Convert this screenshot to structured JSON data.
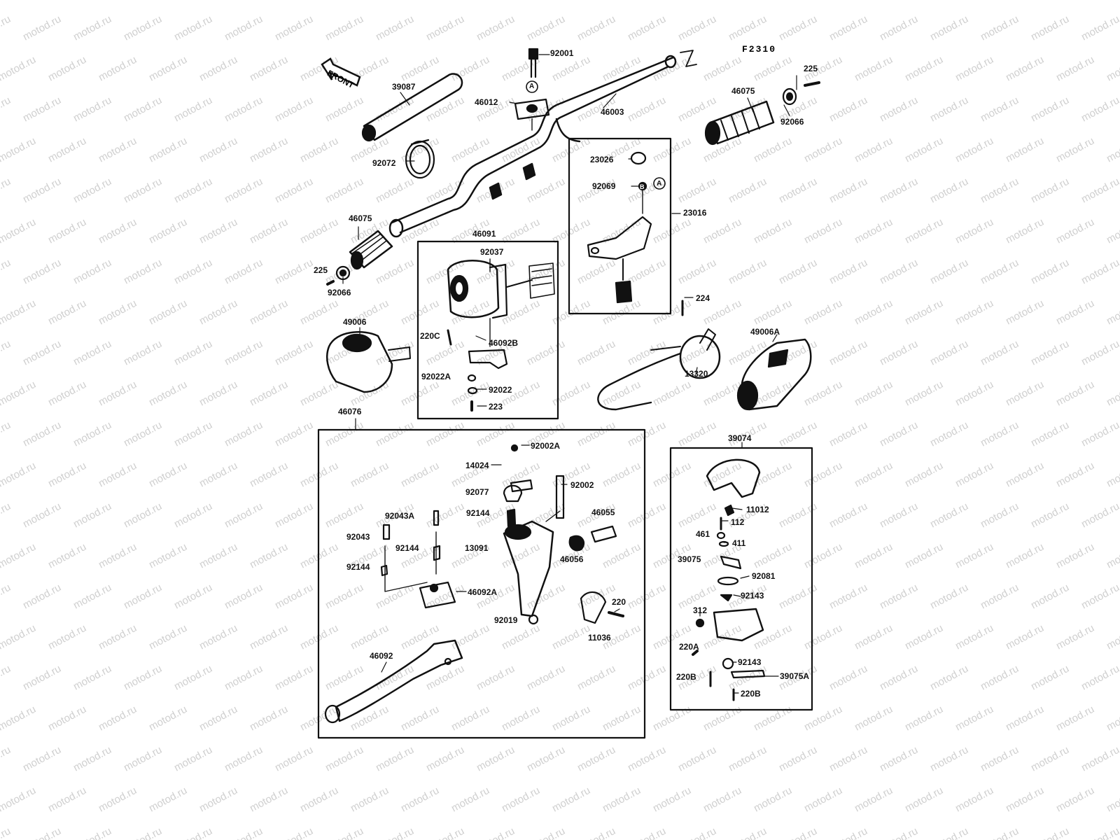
{
  "diagram": {
    "code": "F2310",
    "front_label": "FRONT",
    "watermark_text": "motod.ru",
    "ink_color": "#111111",
    "watermark_color": "#cfcfcf",
    "labels": [
      {
        "id": "l92001",
        "text": "92001"
      },
      {
        "id": "l39087",
        "text": "39087"
      },
      {
        "id": "l46012",
        "text": "46012"
      },
      {
        "id": "l46003",
        "text": "46003"
      },
      {
        "id": "l225a",
        "text": "225"
      },
      {
        "id": "l46075a",
        "text": "46075"
      },
      {
        "id": "l92066a",
        "text": "92066"
      },
      {
        "id": "l23026",
        "text": "23026"
      },
      {
        "id": "l92069",
        "text": "92069"
      },
      {
        "id": "l23016",
        "text": "23016"
      },
      {
        "id": "l92072",
        "text": "92072"
      },
      {
        "id": "l46075b",
        "text": "46075"
      },
      {
        "id": "l46091",
        "text": "46091"
      },
      {
        "id": "l92037",
        "text": "92037"
      },
      {
        "id": "l225b",
        "text": "225"
      },
      {
        "id": "l92066b",
        "text": "92066"
      },
      {
        "id": "l224",
        "text": "224"
      },
      {
        "id": "l49006",
        "text": "49006"
      },
      {
        "id": "l220C",
        "text": "220C"
      },
      {
        "id": "l46092B",
        "text": "46092B"
      },
      {
        "id": "l49006A",
        "text": "49006A"
      },
      {
        "id": "l92022A",
        "text": "92022A"
      },
      {
        "id": "l92022",
        "text": "92022"
      },
      {
        "id": "l13320",
        "text": "13320"
      },
      {
        "id": "l223",
        "text": "223"
      },
      {
        "id": "l46076",
        "text": "46076"
      },
      {
        "id": "l39074",
        "text": "39074"
      },
      {
        "id": "l92002A",
        "text": "92002A"
      },
      {
        "id": "l14024",
        "text": "14024"
      },
      {
        "id": "l92077",
        "text": "92077"
      },
      {
        "id": "l92002",
        "text": "92002"
      },
      {
        "id": "l11012",
        "text": "11012"
      },
      {
        "id": "l92144a",
        "text": "92144"
      },
      {
        "id": "l92043A",
        "text": "92043A"
      },
      {
        "id": "l46055",
        "text": "46055"
      },
      {
        "id": "l112",
        "text": "112"
      },
      {
        "id": "l461",
        "text": "461"
      },
      {
        "id": "l411",
        "text": "411"
      },
      {
        "id": "l92043",
        "text": "92043"
      },
      {
        "id": "l92144b",
        "text": "92144"
      },
      {
        "id": "l13091",
        "text": "13091"
      },
      {
        "id": "l46056",
        "text": "46056"
      },
      {
        "id": "l39075",
        "text": "39075"
      },
      {
        "id": "l92144c",
        "text": "92144"
      },
      {
        "id": "l92081",
        "text": "92081"
      },
      {
        "id": "l46092A",
        "text": "46092A"
      },
      {
        "id": "l92143a",
        "text": "92143"
      },
      {
        "id": "l220",
        "text": "220"
      },
      {
        "id": "l312",
        "text": "312"
      },
      {
        "id": "l92019",
        "text": "92019"
      },
      {
        "id": "l11036",
        "text": "11036"
      },
      {
        "id": "l220A",
        "text": "220A"
      },
      {
        "id": "l46092",
        "text": "46092"
      },
      {
        "id": "l92143b",
        "text": "92143"
      },
      {
        "id": "l220Ba",
        "text": "220B"
      },
      {
        "id": "l39075A",
        "text": "39075A"
      },
      {
        "id": "l220Bb",
        "text": "220B"
      },
      {
        "id": "lA1",
        "text": "A"
      },
      {
        "id": "lA2",
        "text": "A"
      },
      {
        "id": "lB",
        "text": "B"
      }
    ]
  }
}
